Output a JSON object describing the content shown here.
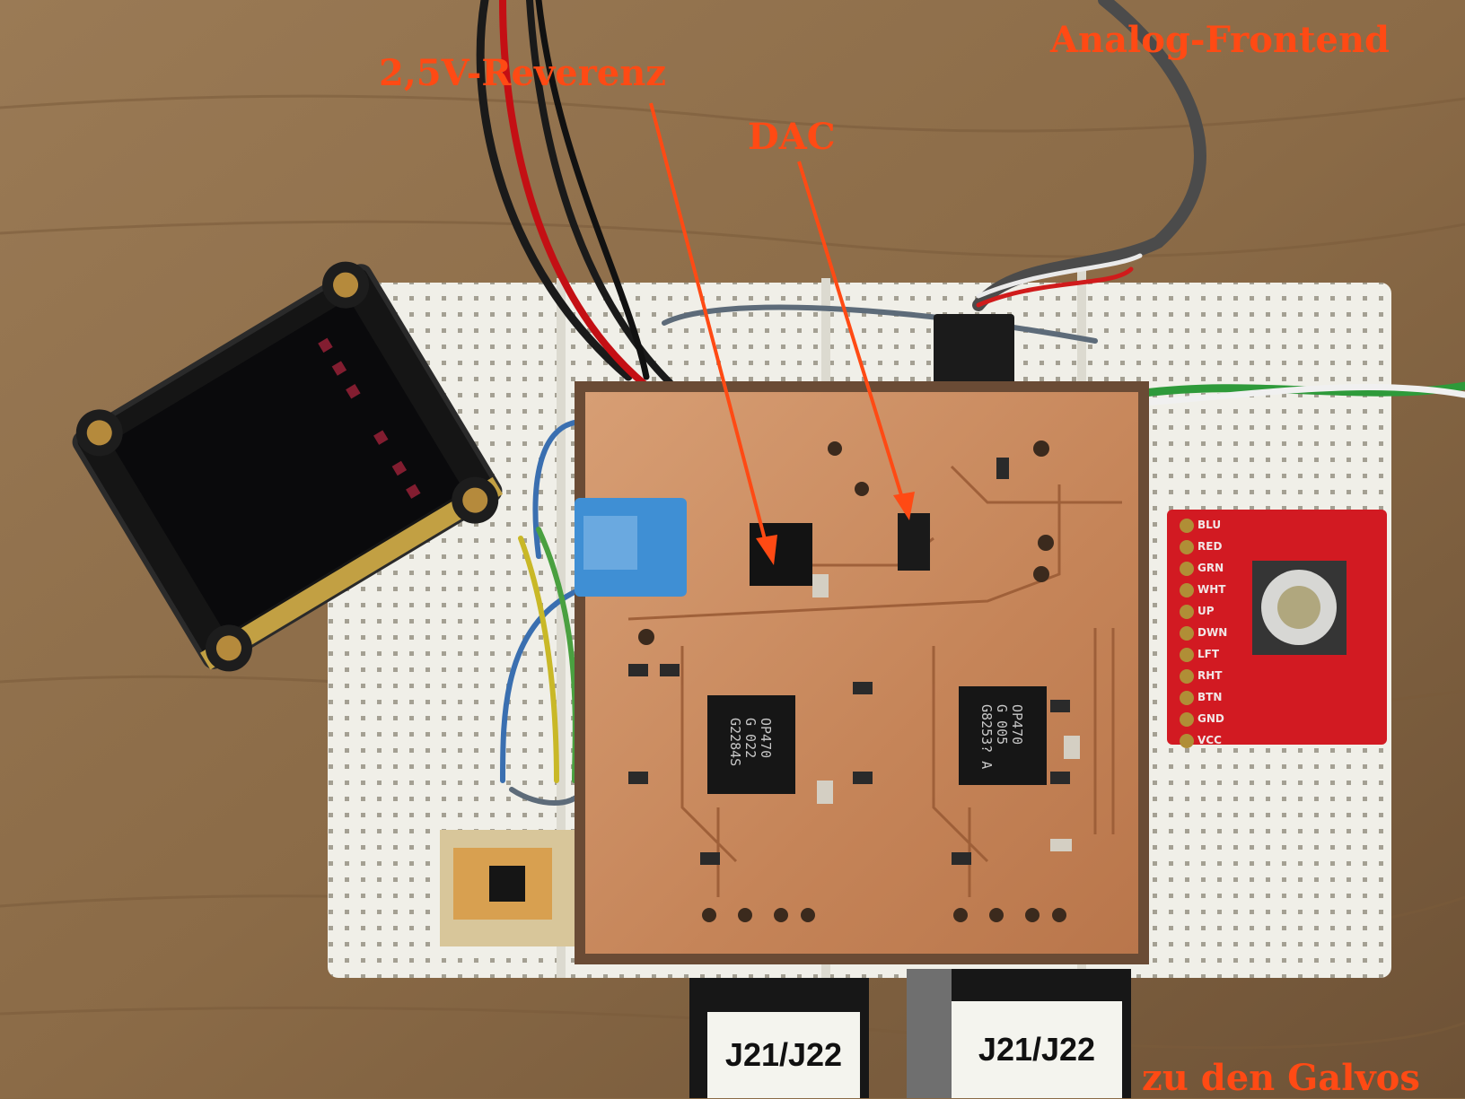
{
  "annotations": {
    "reference": "2,5V-Reverenz",
    "dac": "DAC",
    "frontend": "Analog-Frontend",
    "galvos": "zu den Galvos"
  },
  "connectors": {
    "left": "J21/J22",
    "right": "J21/J22"
  },
  "opamps": {
    "left": "OP470\nG 022\nG2284S",
    "right": "OP470\nG 005\nG8253? A"
  },
  "joystick_pins": [
    "BLU",
    "RED",
    "GRN",
    "WHT",
    "UP",
    "DWN",
    "LFT",
    "RHT",
    "BTN",
    "GND",
    "VCC"
  ],
  "colors": {
    "annotation": "#ff4a14",
    "arrow": "#ff4a14",
    "pcb": "#c98a62",
    "breadboard": "#f0efe8",
    "joystick_board": "#d21a22"
  }
}
